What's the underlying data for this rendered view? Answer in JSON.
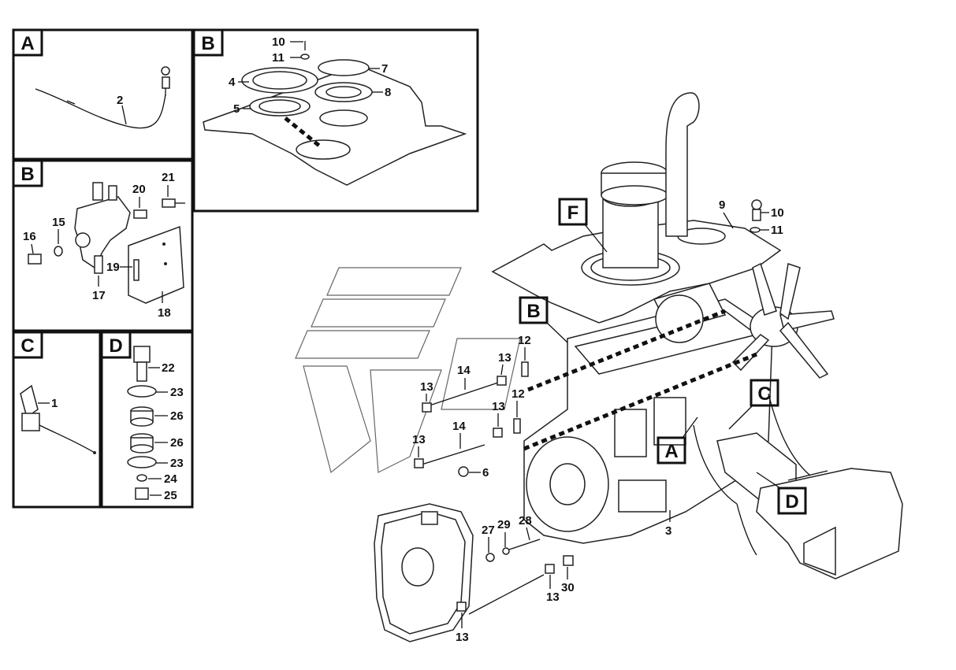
{
  "panels": {
    "A": {
      "letter": "A",
      "parts": [
        "2"
      ]
    },
    "B": {
      "letter": "B",
      "parts": [
        "10",
        "11",
        "7",
        "4",
        "8",
        "5"
      ]
    },
    "B2": {
      "letter": "B",
      "parts": [
        "20",
        "21",
        "15",
        "16",
        "19",
        "17",
        "18"
      ]
    },
    "C": {
      "letter": "C",
      "parts": [
        "1"
      ]
    },
    "D": {
      "letter": "D",
      "parts": [
        "22",
        "23",
        "26",
        "26",
        "23",
        "24",
        "25"
      ]
    }
  },
  "main": {
    "callouts": [
      "F",
      "B",
      "C",
      "A",
      "D"
    ],
    "parts": [
      "9",
      "10",
      "11",
      "12",
      "12",
      "13",
      "13",
      "13",
      "13",
      "13",
      "13",
      "14",
      "14",
      "6",
      "3",
      "27",
      "29",
      "28",
      "30"
    ]
  }
}
